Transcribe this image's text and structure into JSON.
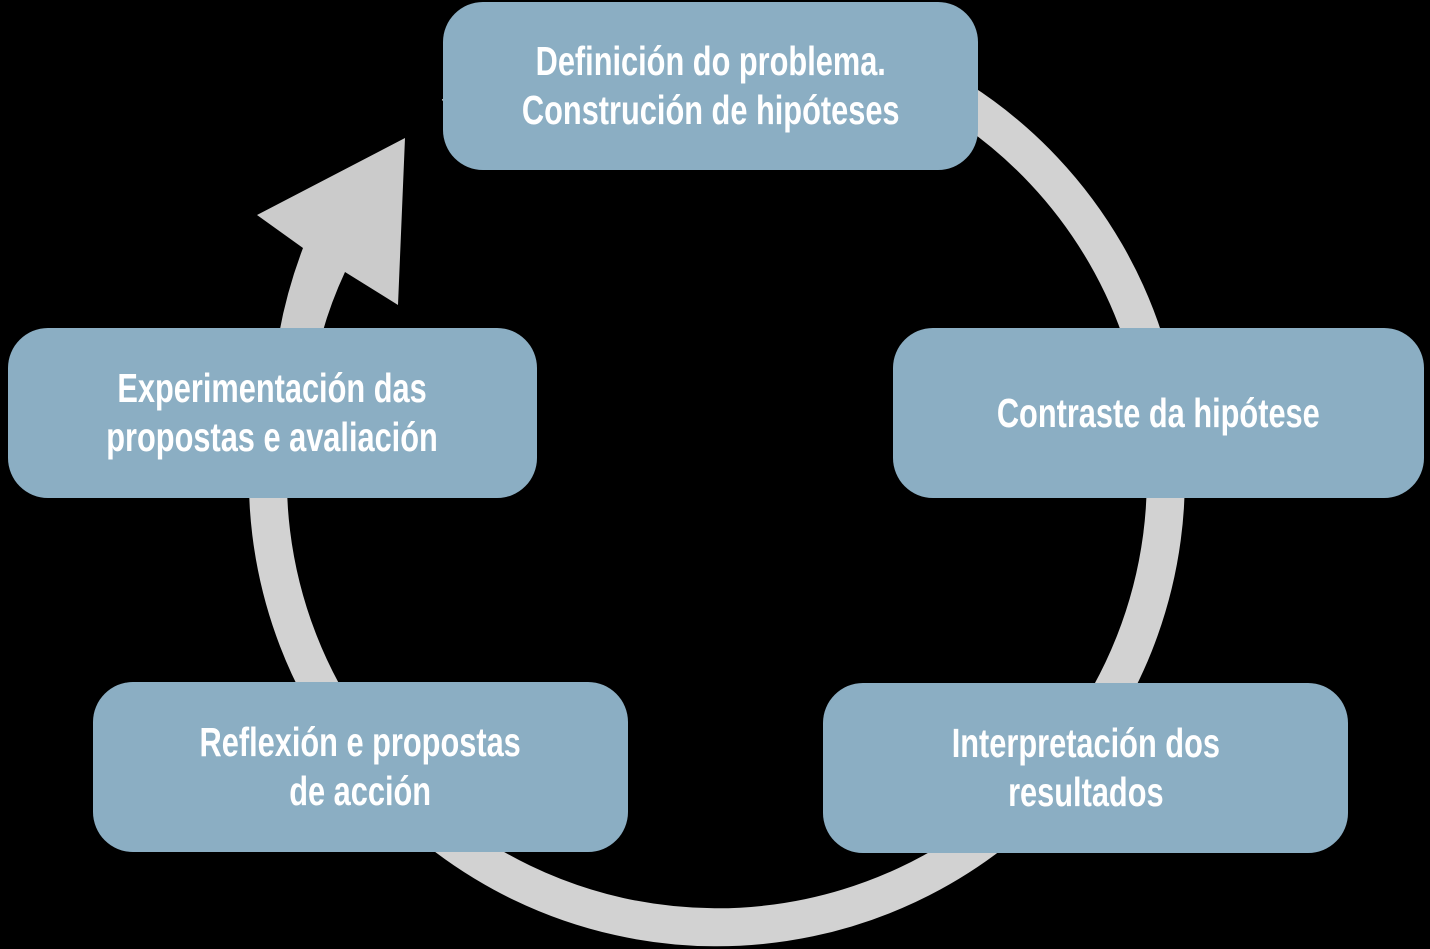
{
  "diagram": {
    "type": "cycle",
    "cycle_direction": "clockwise",
    "colors": {
      "background": "#000000",
      "node_fill": "#8BAEC3",
      "node_text": "#FFFFFF",
      "ring": "#D2D2D2",
      "arrow": "#CBCBCB"
    },
    "nodes": [
      {
        "id": "definicion",
        "position": "top",
        "label": "Definición do problema.\nConstrución de hipóteses"
      },
      {
        "id": "contraste",
        "position": "right",
        "label": "Contraste da hipótese"
      },
      {
        "id": "interpretacion",
        "position": "bottom-right",
        "label": "Interpretación dos\nresultados"
      },
      {
        "id": "reflexion",
        "position": "bottom-left",
        "label": "Reflexión e propostas\nde acción"
      },
      {
        "id": "experimentacion",
        "position": "left",
        "label": "Experimentación das\npropostas e avaliación"
      }
    ]
  }
}
